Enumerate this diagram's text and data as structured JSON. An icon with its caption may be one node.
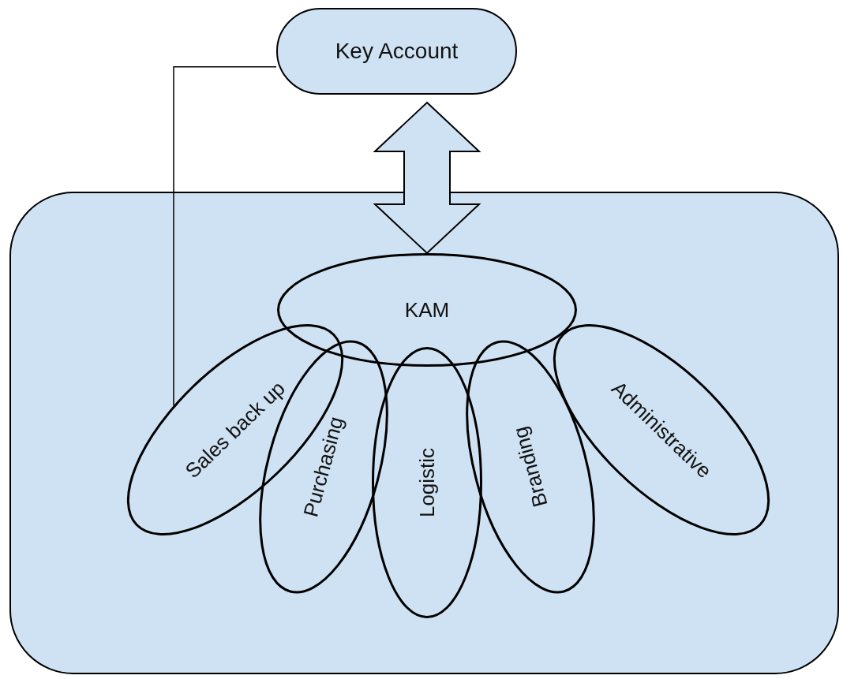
{
  "diagram": {
    "nodes": [
      {
        "text": [
          "Key Account"
        ]
      },
      {
        "text": [],
        "shape": "box"
      },
      {
        "text": [
          "KAM"
        ],
        "in": 1
      },
      {
        "text": [
          "Sales back up"
        ],
        "in": 1
      },
      {
        "text": [
          "Purchasing"
        ],
        "in": 1
      },
      {
        "text": [
          "Logistic"
        ],
        "in": 1
      },
      {
        "text": [
          "Branding"
        ],
        "in": 1
      },
      {
        "text": [
          "Administrative"
        ],
        "in": 1
      }
    ],
    "edges": [
      {
        "from": 0,
        "to": 2,
        "arrow": "both",
        "style": "thick"
      },
      {
        "from": 0,
        "to": 3,
        "arrow": "none"
      }
    ]
  }
}
